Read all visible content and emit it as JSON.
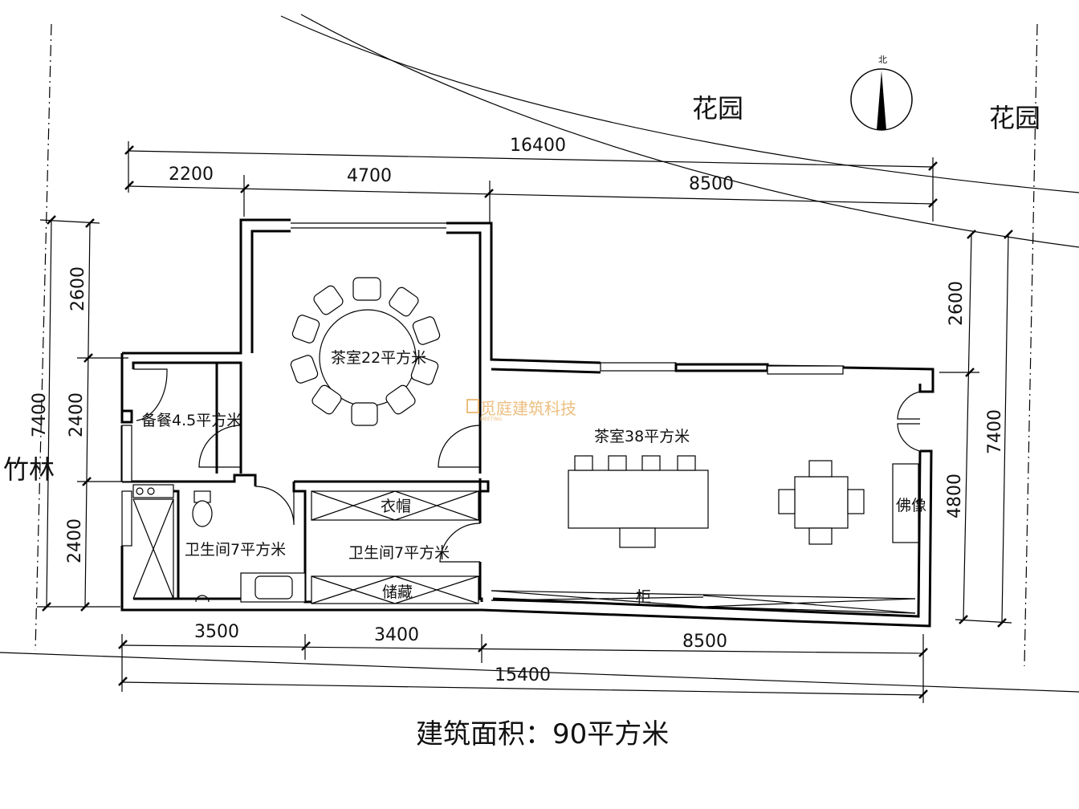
{
  "labels": {
    "garden_center": "花园",
    "garden_right": "花园",
    "bamboo": "竹林",
    "north": "北",
    "area_title": "建筑面积：90平方米",
    "watermark": "觅庭建筑科技",
    "watermark_sub": "MEETING"
  },
  "rooms": {
    "tea_room_small": "茶室22平方米",
    "tea_room_large": "茶室38平方米",
    "pantry": "备餐4.5平方米",
    "bathroom_left": "卫生间7平方米",
    "bathroom_middle": "卫生间7平方米",
    "wardrobe": "衣帽",
    "storage": "储藏",
    "cabinet": "柜",
    "buddha": "佛像"
  },
  "dimensions": {
    "top_total": "16400",
    "top_1": "2200",
    "top_2": "4700",
    "top_3": "8500",
    "bottom_total": "15400",
    "bottom_1": "3500",
    "bottom_2": "3400",
    "bottom_3": "8500",
    "left_total": "7400",
    "left_1": "2600",
    "left_2": "2400",
    "left_3": "2400",
    "right_total": "7400",
    "right_1": "2600",
    "right_2": "4800"
  },
  "colors": {
    "line": "#000000",
    "watermark": "#e8b56a"
  }
}
